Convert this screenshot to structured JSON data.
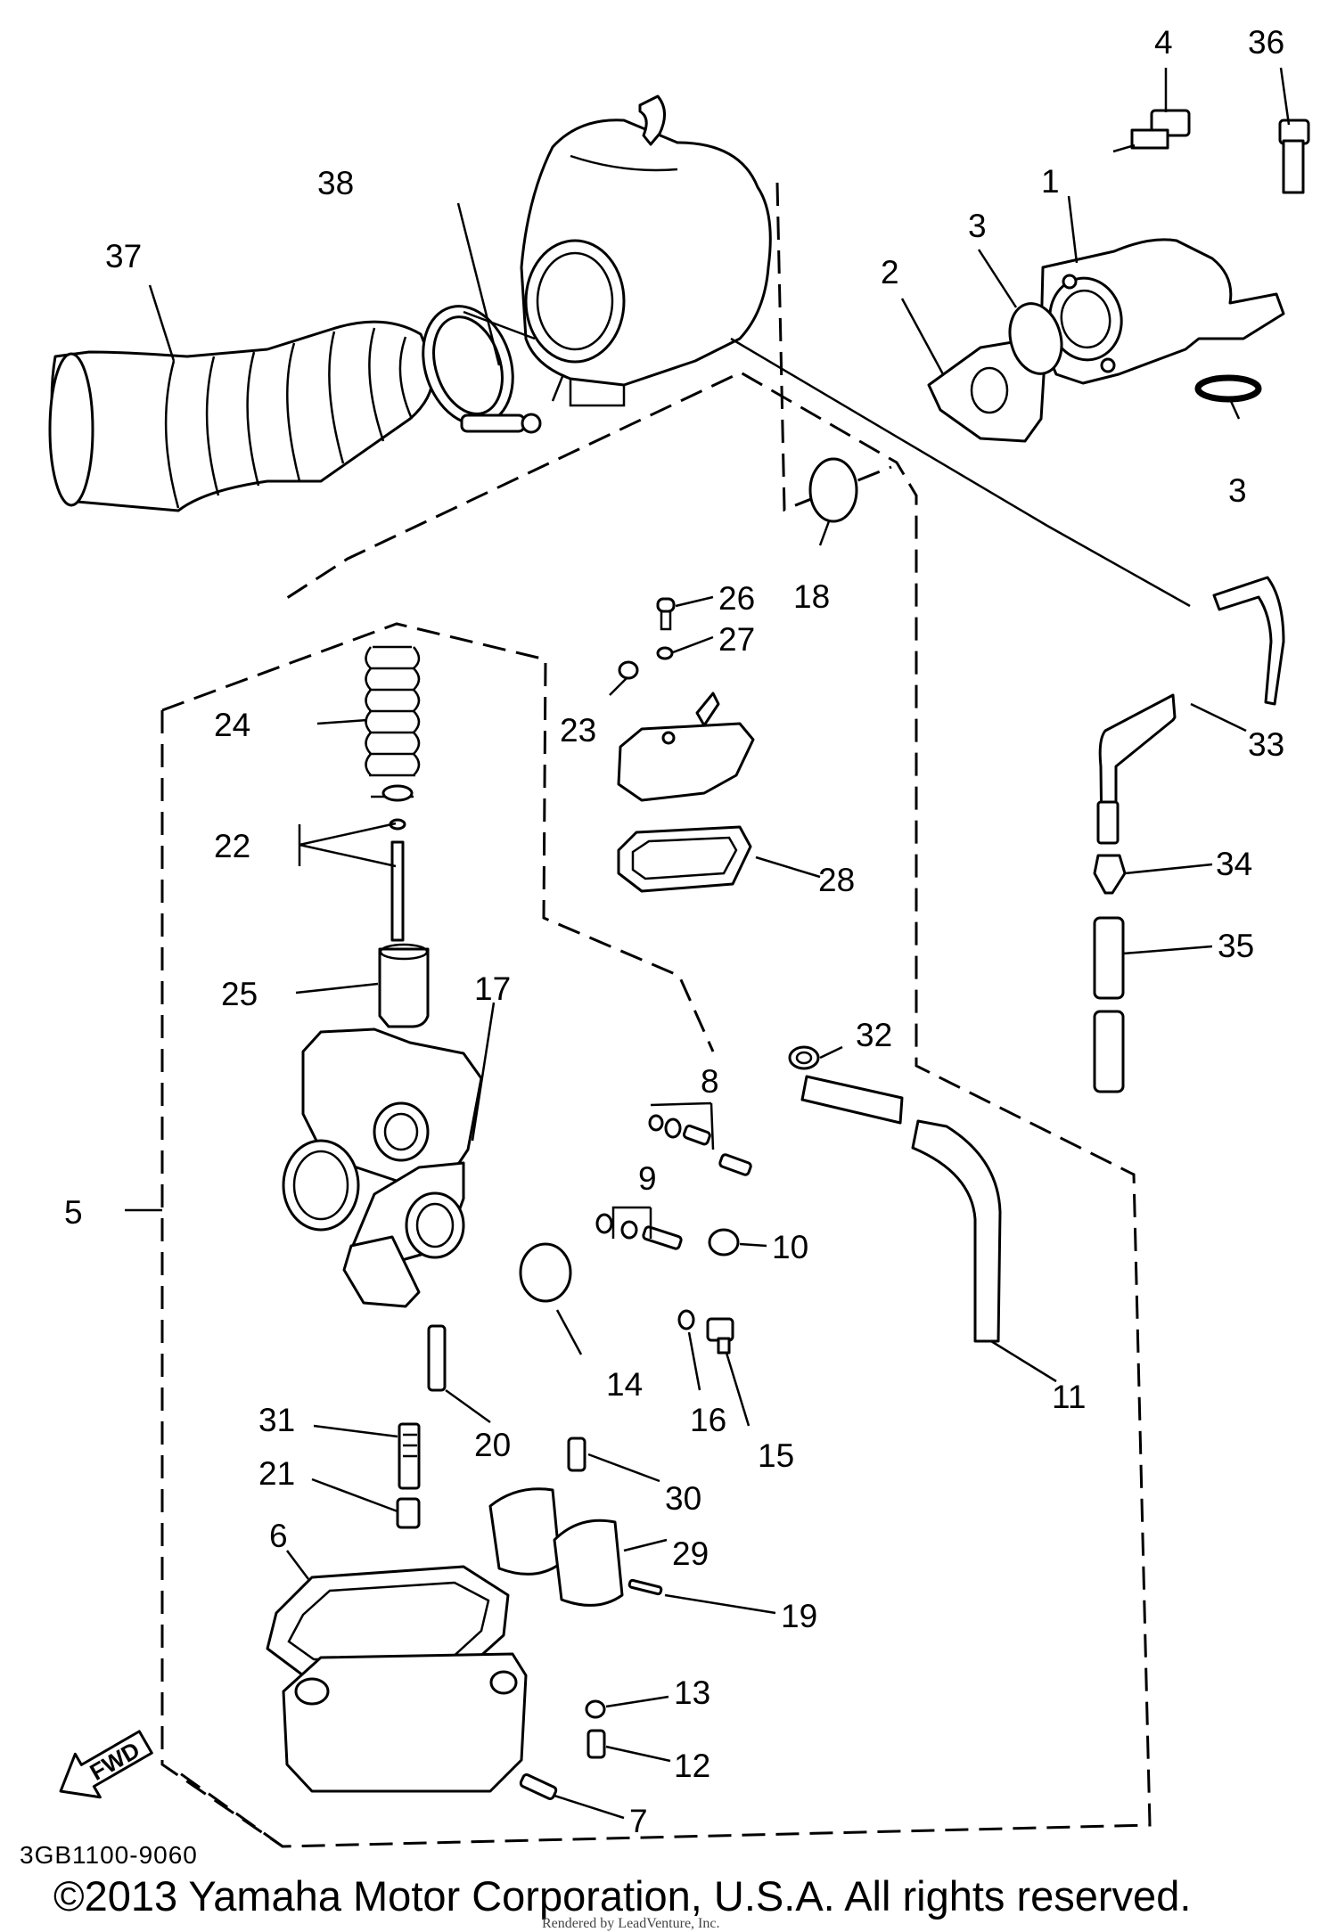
{
  "callouts": [
    {
      "id": "1",
      "text": "1"
    },
    {
      "id": "2",
      "text": "2"
    },
    {
      "id": "3a",
      "text": "3"
    },
    {
      "id": "3b",
      "text": "3"
    },
    {
      "id": "4",
      "text": "4"
    },
    {
      "id": "5",
      "text": "5"
    },
    {
      "id": "6",
      "text": "6"
    },
    {
      "id": "7",
      "text": "7"
    },
    {
      "id": "8",
      "text": "8"
    },
    {
      "id": "9",
      "text": "9"
    },
    {
      "id": "10",
      "text": "10"
    },
    {
      "id": "11",
      "text": "11"
    },
    {
      "id": "12",
      "text": "12"
    },
    {
      "id": "13",
      "text": "13"
    },
    {
      "id": "14",
      "text": "14"
    },
    {
      "id": "15",
      "text": "15"
    },
    {
      "id": "16",
      "text": "16"
    },
    {
      "id": "17",
      "text": "17"
    },
    {
      "id": "18",
      "text": "18"
    },
    {
      "id": "19",
      "text": "19"
    },
    {
      "id": "20",
      "text": "20"
    },
    {
      "id": "21",
      "text": "21"
    },
    {
      "id": "22",
      "text": "22"
    },
    {
      "id": "23",
      "text": "23"
    },
    {
      "id": "24",
      "text": "24"
    },
    {
      "id": "25",
      "text": "25"
    },
    {
      "id": "26",
      "text": "26"
    },
    {
      "id": "27",
      "text": "27"
    },
    {
      "id": "28",
      "text": "28"
    },
    {
      "id": "29",
      "text": "29"
    },
    {
      "id": "30",
      "text": "30"
    },
    {
      "id": "31",
      "text": "31"
    },
    {
      "id": "32",
      "text": "32"
    },
    {
      "id": "33",
      "text": "33"
    },
    {
      "id": "34",
      "text": "34"
    },
    {
      "id": "35",
      "text": "35"
    },
    {
      "id": "36",
      "text": "36"
    },
    {
      "id": "37",
      "text": "37"
    },
    {
      "id": "38",
      "text": "38"
    }
  ],
  "fwd_arrow_label": "FWD",
  "diagram_code": "3GB1100-9060",
  "copyright": "©2013 Yamaha Motor Corporation, U.S.A. All rights reserved.",
  "rendered_by": "Rendered by LeadVenture, Inc."
}
